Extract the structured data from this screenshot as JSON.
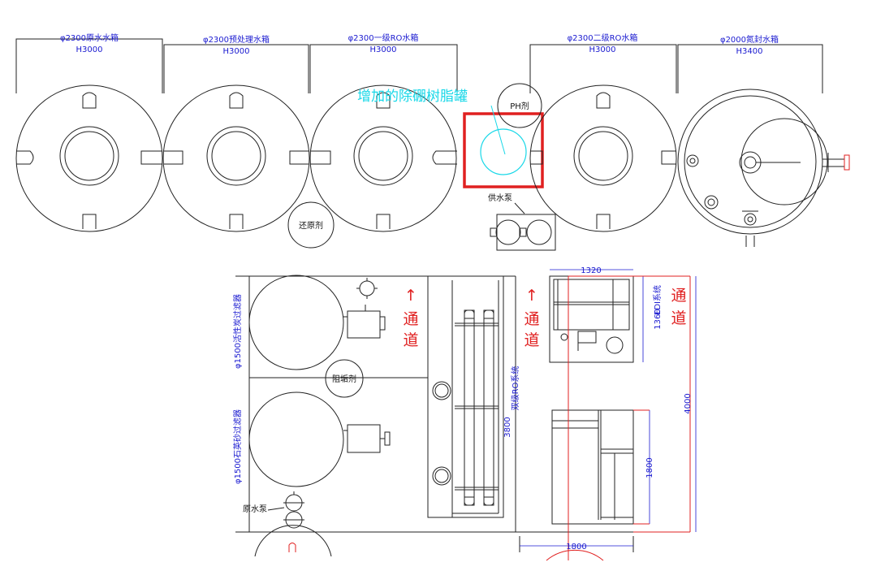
{
  "tanks": [
    {
      "spec": "φ2300原水水箱",
      "height": "H3000"
    },
    {
      "spec": "φ2300预处理水箱",
      "height": "H3000"
    },
    {
      "spec": "φ2300一级RO水箱",
      "height": "H3000"
    },
    {
      "spec": "φ2300二级RO水箱",
      "height": "H3000"
    },
    {
      "spec": "φ2000氮封水箱",
      "height": "H3400"
    }
  ],
  "labels": {
    "added_tank": "增加的除硼树脂罐",
    "ph_agent": "PH剂",
    "supply_pump": "供水泵",
    "reducing_agent": "还原剂",
    "antiscalant": "阻垢剂",
    "raw_pump": "原水泵",
    "carbon_filter": "φ1500活性炭过滤器",
    "sand_filter": "φ1500石英砂过滤器",
    "ro_system": "双级RO系统",
    "edi_system": "EDI系统",
    "passage": "通道",
    "arrow": "↑"
  },
  "dimensions": {
    "d1320": "1320",
    "d1360": "1360",
    "d3800": "3800",
    "d1800v": "1800",
    "d4000": "4000",
    "d1800h": "1800"
  },
  "colors": {
    "dim_text": "#1a1ad0",
    "highlight_box": "#e02020",
    "new_tank": "#19d8e8",
    "line": "#222222"
  }
}
